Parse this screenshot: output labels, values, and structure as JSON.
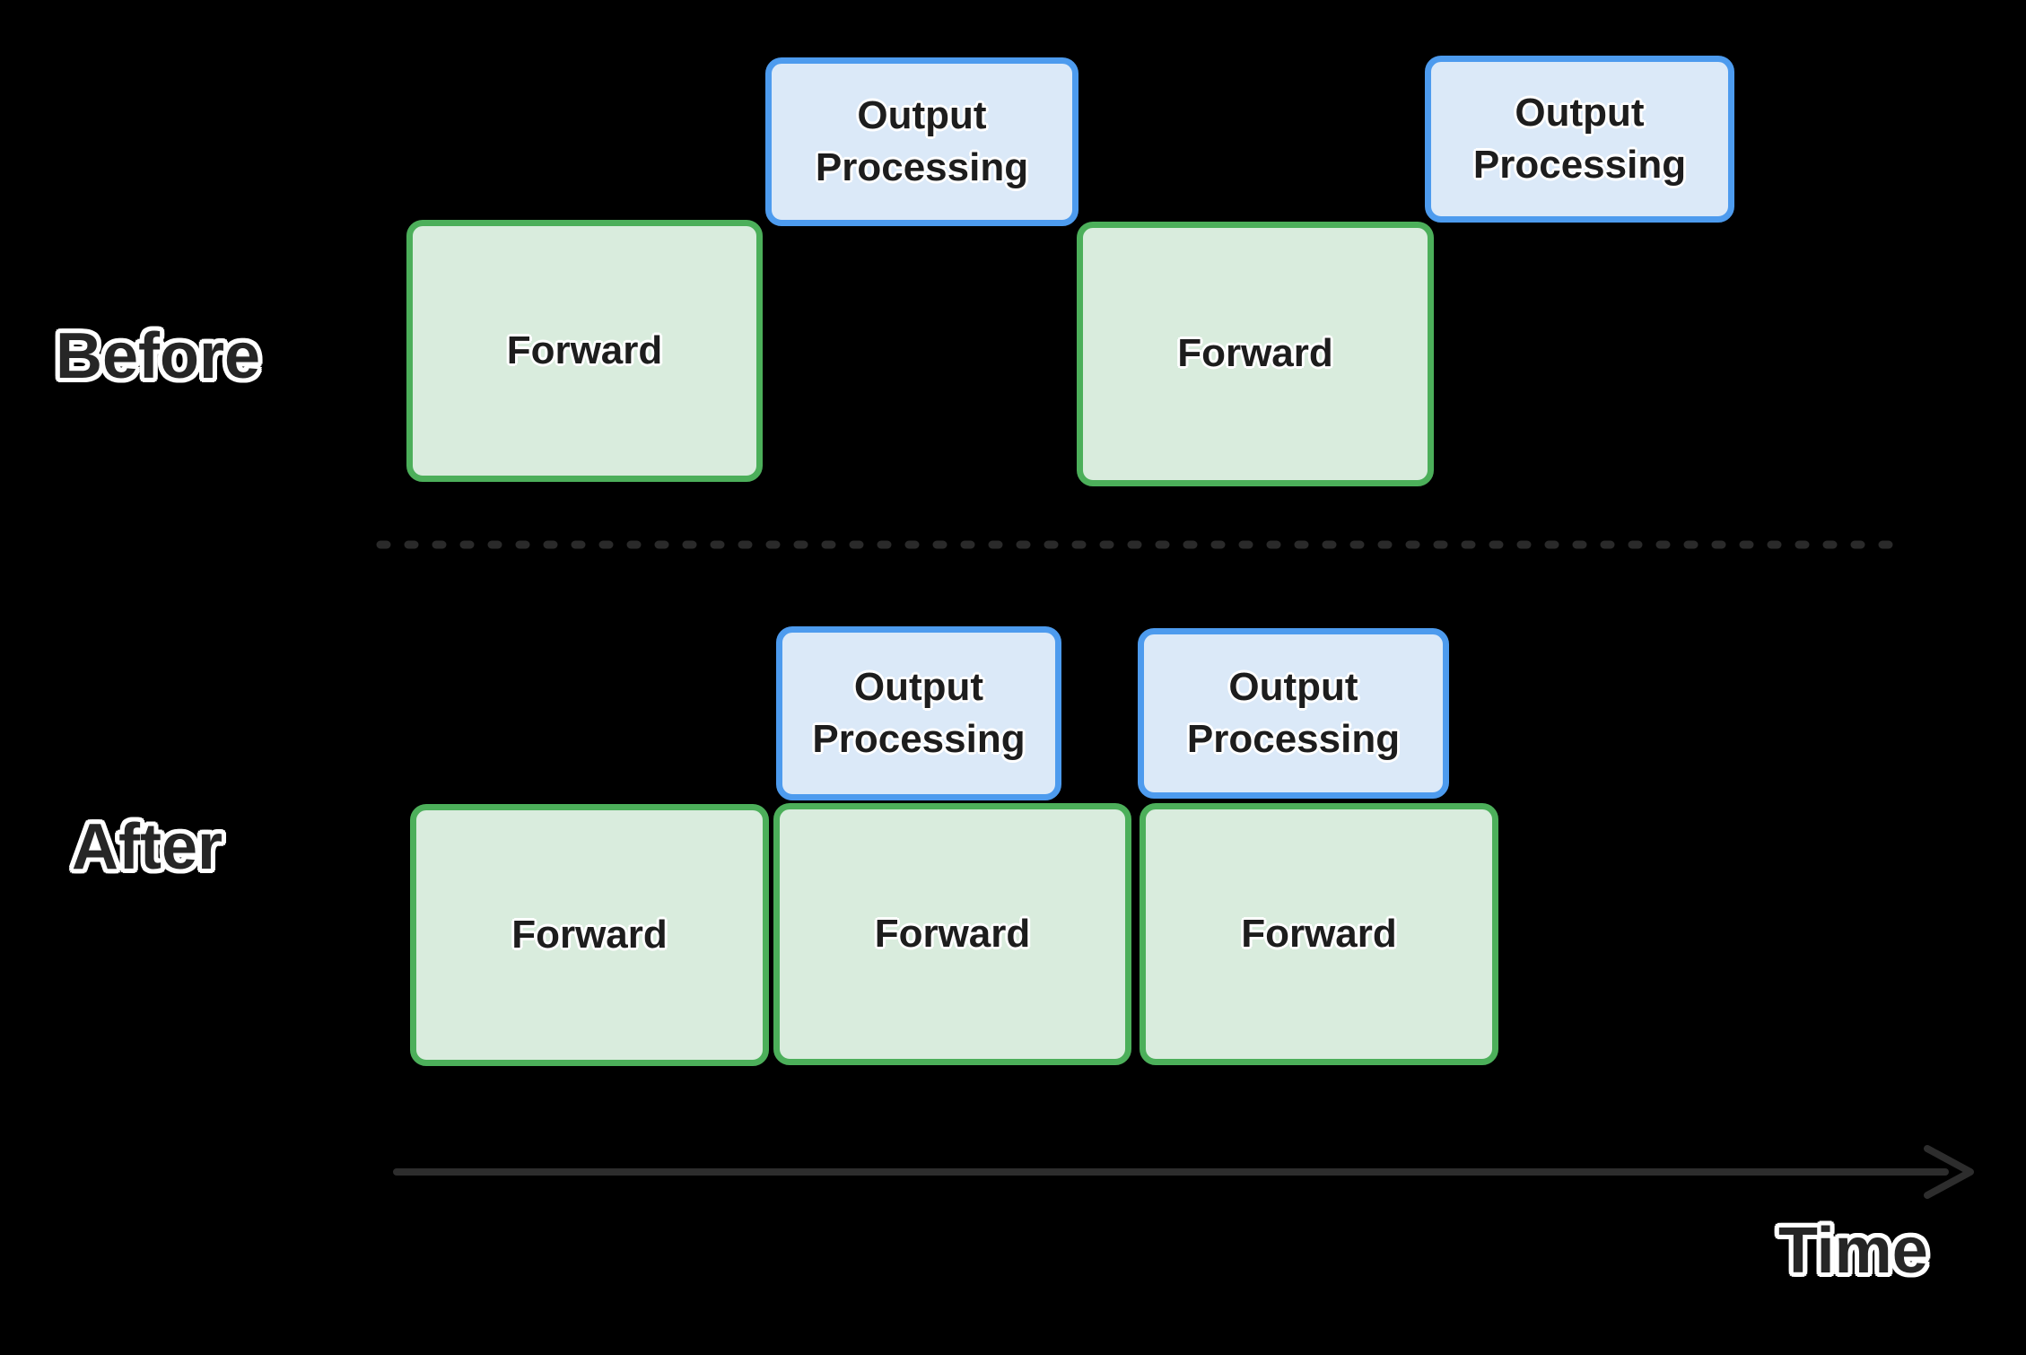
{
  "diagram": {
    "background_color": "#000000",
    "palette": {
      "forward_fill": "#d9ecdd",
      "forward_border": "#4caf5a",
      "output_fill": "#dbe9f8",
      "output_border": "#4d9bee",
      "box_text_color": "#1d1d1d",
      "label_text_color": "#262626",
      "label_outline_color": "#ffffff",
      "divider_color": "#2a2a2a",
      "axis_color": "#2d2d2d"
    },
    "rows": {
      "before": {
        "label": "Before",
        "boxes": [
          {
            "type": "forward",
            "label": "Forward"
          },
          {
            "type": "output",
            "label": "Output Processing"
          },
          {
            "type": "forward",
            "label": "Forward"
          },
          {
            "type": "output",
            "label": "Output Processing"
          }
        ]
      },
      "after": {
        "label": "After",
        "boxes": [
          {
            "type": "output",
            "label": "Output Processing"
          },
          {
            "type": "output",
            "label": "Output Processing"
          },
          {
            "type": "forward",
            "label": "Forward"
          },
          {
            "type": "forward",
            "label": "Forward"
          },
          {
            "type": "forward",
            "label": "Forward"
          }
        ]
      }
    },
    "axis": {
      "label": "Time"
    }
  }
}
